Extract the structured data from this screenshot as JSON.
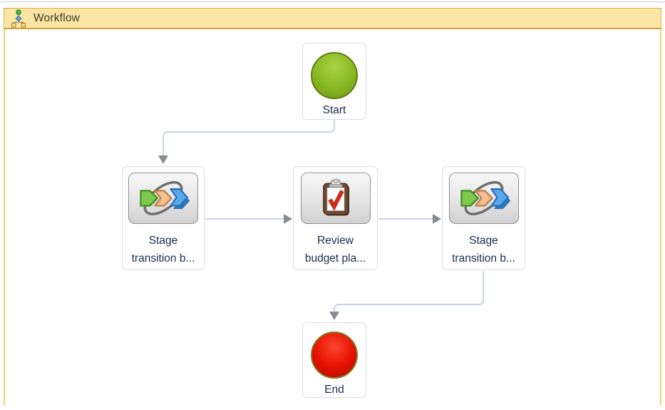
{
  "header": {
    "title": "Workflow",
    "icon": "workflow-hierarchy-icon"
  },
  "nodes": [
    {
      "id": "start",
      "type": "start-event",
      "label": "Start"
    },
    {
      "id": "stage-transition-1",
      "type": "stage-transition-activity",
      "label": "Stage\ntransition b...",
      "icon": "stage-transition-icon"
    },
    {
      "id": "review-budget-plan",
      "type": "review-task",
      "label": "Review\nbudget pla...",
      "icon": "clipboard-check-icon"
    },
    {
      "id": "stage-transition-2",
      "type": "stage-transition-activity",
      "label": "Stage\ntransition b...",
      "icon": "stage-transition-icon"
    },
    {
      "id": "end",
      "type": "end-event",
      "label": "End"
    }
  ],
  "connectors": [
    {
      "from": "start",
      "to": "stage-transition-1"
    },
    {
      "from": "stage-transition-1",
      "to": "review-budget-plan"
    },
    {
      "from": "review-budget-plan",
      "to": "stage-transition-2"
    },
    {
      "from": "stage-transition-2",
      "to": "end"
    }
  ],
  "colors": {
    "header_bg": "#fbe5a3",
    "header_border": "#dcae44",
    "canvas_side_border": "#edd079",
    "node_border": "#d6dce9",
    "start_fill": "#8cbd27",
    "end_fill": "#e91303",
    "connector_line": "#c8d1e1",
    "arrowhead": "#898c92",
    "label_text": "#1c2b4a"
  }
}
